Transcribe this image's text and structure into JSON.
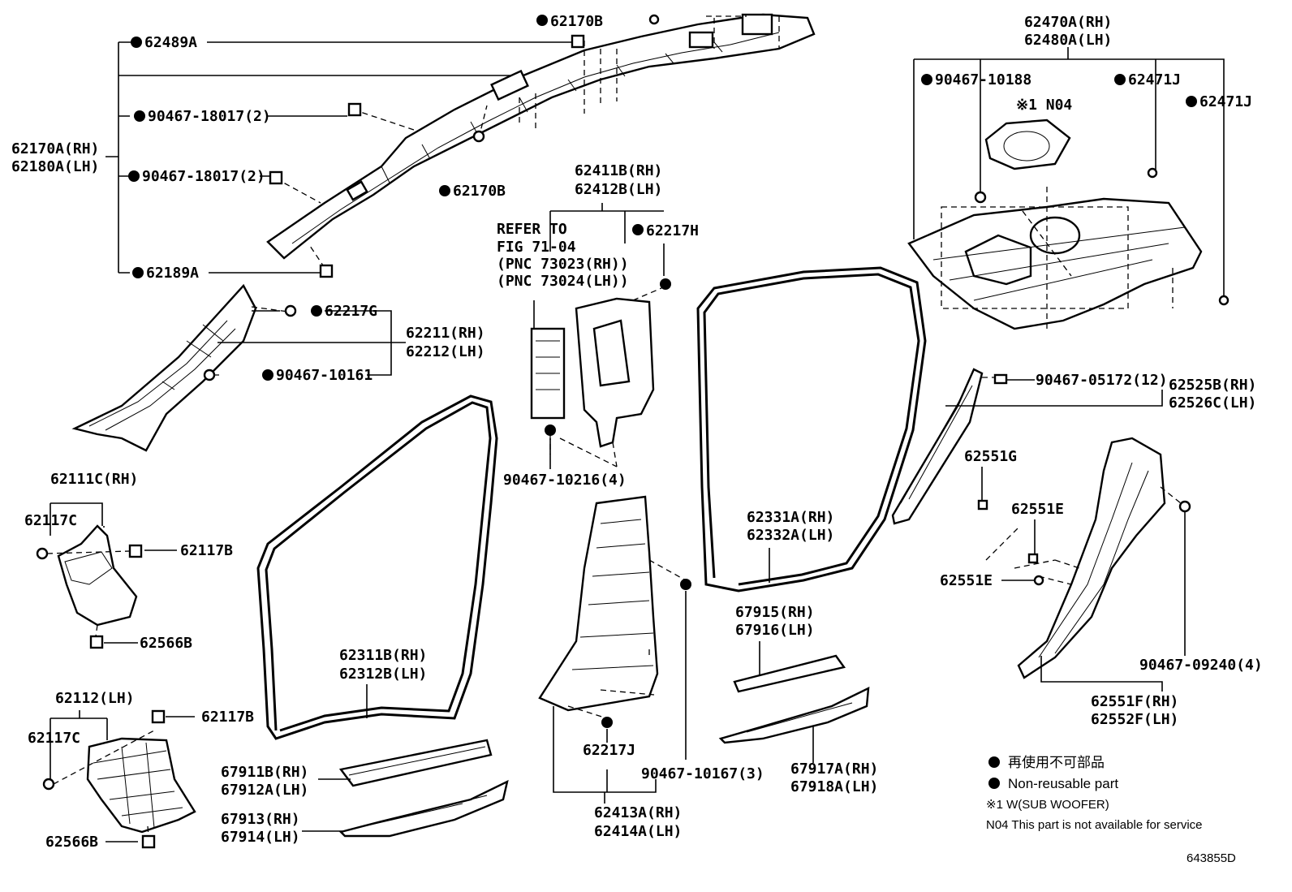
{
  "labels": {
    "p62170b_top": "62170B",
    "p62489a": "62489A",
    "p90467_18017_a": "90467-18017(2)",
    "p62170a_rh": "62170A(RH)",
    "p62180a_lh": "62180A(LH)",
    "p90467_18017_b": "90467-18017(2)",
    "p62170b_mid": "62170B",
    "p62189a": "62189A",
    "p62217g": "62217G",
    "p62211_rh": "62211(RH)",
    "p62212_lh": "62212(LH)",
    "p90467_10161": "90467-10161",
    "p62111c_rh": "62111C(RH)",
    "p62117c_a": "62117C",
    "p62117b_a": "62117B",
    "p62566b_a": "62566B",
    "p62112_lh": "62112(LH)",
    "p62117b_b": "62117B",
    "p62117c_b": "62117C",
    "p62566b_b": "62566B",
    "p62411b_rh": "62411B(RH)",
    "p62412b_lh": "62412B(LH)",
    "refer_1": "REFER TO",
    "refer_2": "FIG 71-04",
    "refer_3": "(PNC 73023(RH))",
    "refer_4": "(PNC 73024(LH))",
    "p62217h": "62217H",
    "p90467_10216": "90467-10216(4)",
    "p62311b_rh": "62311B(RH)",
    "p62312b_lh": "62312B(LH)",
    "p67911b_rh": "67911B(RH)",
    "p67912a_lh": "67912A(LH)",
    "p67913_rh": "67913(RH)",
    "p67914_lh": "67914(LH)",
    "p62217j": "62217J",
    "p90467_10167": "90467-10167(3)",
    "p62413a_rh": "62413A(RH)",
    "p62414a_lh": "62414A(LH)",
    "p62331a_rh": "62331A(RH)",
    "p62332a_lh": "62332A(LH)",
    "p67915_rh": "67915(RH)",
    "p67916_lh": "67916(LH)",
    "p67917a_rh": "67917A(RH)",
    "p67918a_lh": "67918A(LH)",
    "p62470a_rh": "62470A(RH)",
    "p62480a_lh": "62480A(LH)",
    "p90467_10188": "90467-10188",
    "p62471j_a": "62471J",
    "p62471j_b": "62471J",
    "n04_mark": "※1 N04",
    "p90467_05172": "90467-05172(12)",
    "p62525b_rh": "62525B(RH)",
    "p62526c_lh": "62526C(LH)",
    "p62551g": "62551G",
    "p62551e_a": "62551E",
    "p62551e_b": "62551E",
    "p90467_09240": "90467-09240(4)",
    "p62551f_rh": "62551F(RH)",
    "p62552f_lh": "62552F(LH)"
  },
  "legend": {
    "line1": "再使用不可部品",
    "line2": "Non-reusable part",
    "line3": "※1 W(SUB WOOFER)",
    "line4": "N04  This part is not available for service"
  },
  "figure_id": "643855D"
}
